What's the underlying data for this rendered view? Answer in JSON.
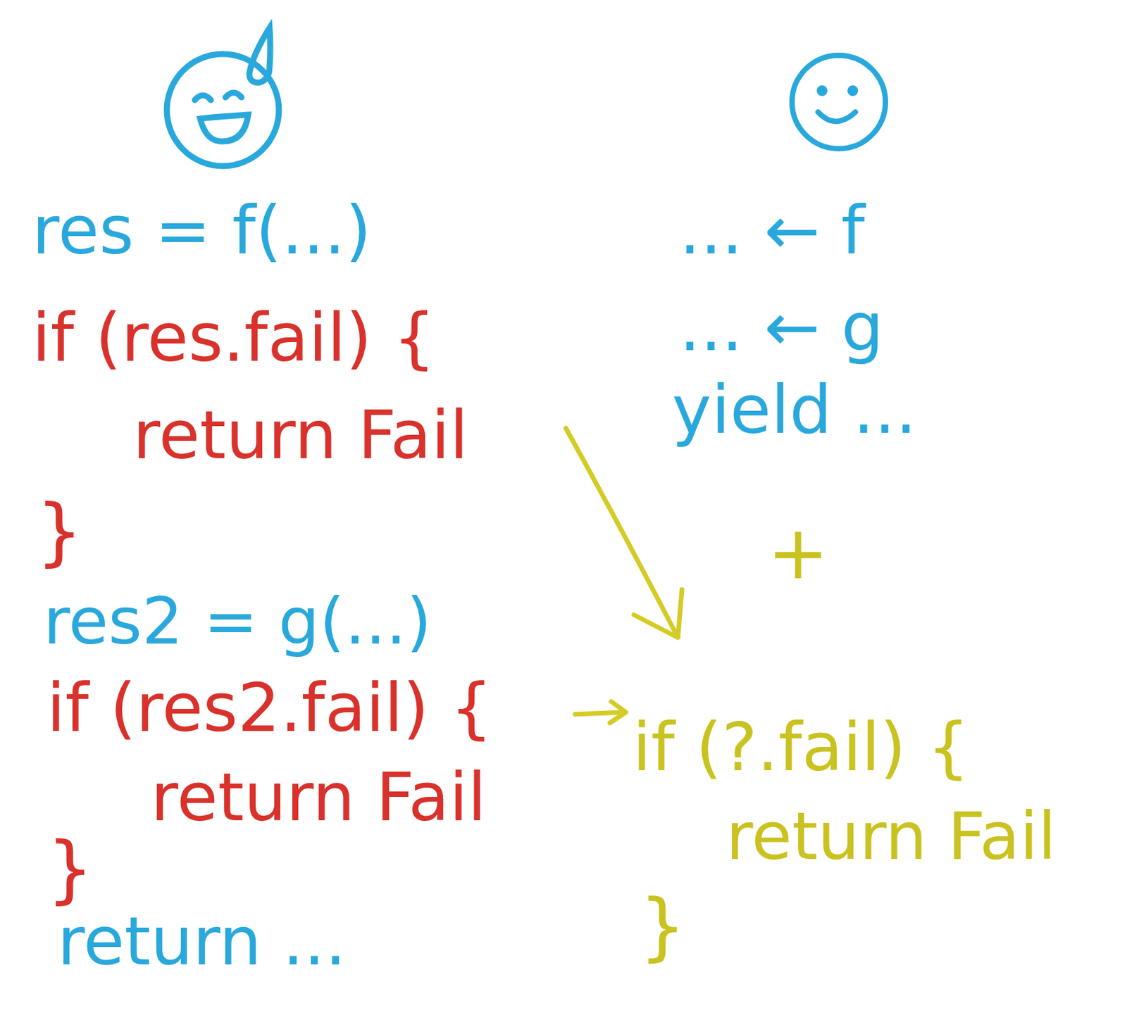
{
  "diagram": {
    "labels": [
      "res = f(...)",
      "if (res.fail) {",
      "return Fail",
      "}",
      "res2 = g(...)",
      "if (res2.fail) {",
      "return Fail",
      "}",
      "return ...",
      "... ← f",
      "... ← g",
      "yield ...",
      "+",
      "if (?.fail) {",
      "return Fail",
      "}"
    ]
  }
}
